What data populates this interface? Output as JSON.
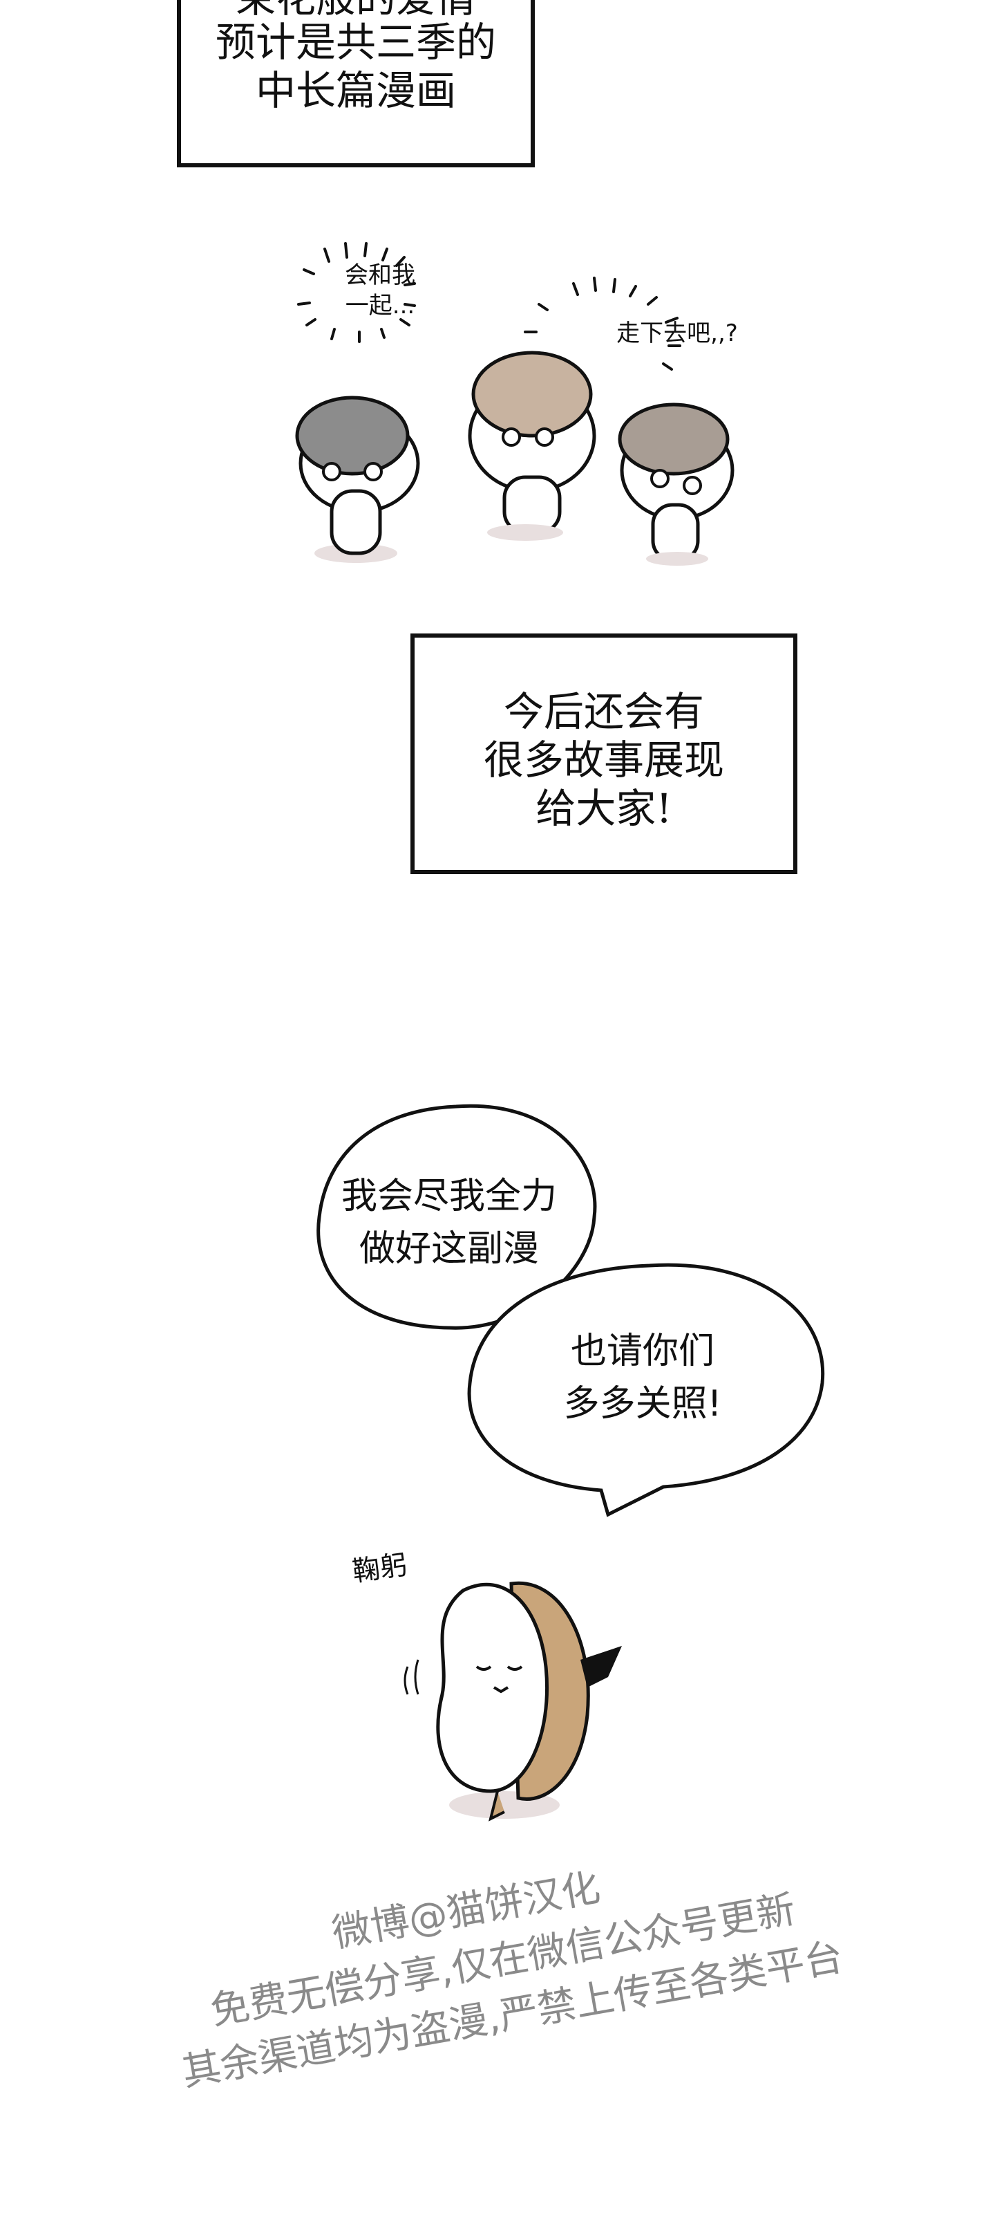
{
  "panels": {
    "caption_top": {
      "lines": [
        "束花般的爱情",
        "预计是共三季的",
        "中长篇漫画"
      ]
    },
    "characters_scene": {
      "thought_left": [
        "会和我",
        "一起..."
      ],
      "thought_right": [
        "走下去吧,,?"
      ]
    },
    "caption_middle": {
      "lines": [
        "今后还会有",
        "很多故事展现",
        "给大家!"
      ]
    },
    "speech_bubbles": [
      {
        "lines": [
          "我会尽我全力",
          "做好这副漫"
        ]
      },
      {
        "lines": [
          "也请你们",
          "多多关照!"
        ]
      }
    ],
    "bow_scene": {
      "sfx": "鞠躬"
    }
  },
  "watermark": {
    "lines": [
      "微博@猫饼汉化",
      "免费无偿分享,仅在微信公众号更新",
      "其余渠道均为盗漫,严禁上传至各类平台"
    ],
    "color": "#8a8a8a"
  }
}
